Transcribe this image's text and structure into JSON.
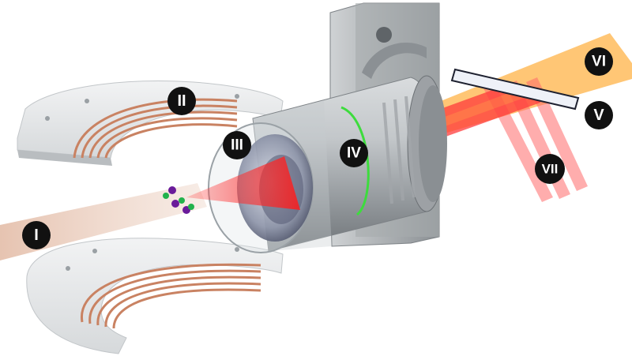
{
  "labels": {
    "I": "I",
    "II": "II",
    "III": "III",
    "IV": "IV",
    "V": "V",
    "VI": "VI",
    "VII": "VII"
  },
  "colors": {
    "atom_beam": "#e8c6b4",
    "laser_red": "#ff2020",
    "laser_orange": "#ffb347",
    "coil_copper": "#c98262",
    "plate": "#e9ebec",
    "housing": "#b8bcbf",
    "ring_green": "#3ddc3d",
    "label_bg": "#111111",
    "atom_purple": "#6a1b9a",
    "atom_green": "#22b24c"
  },
  "icons": {
    "atom": "atom-sphere",
    "coil": "coil-icon",
    "objective": "objective-lens",
    "mirror": "dichroic-mirror"
  }
}
